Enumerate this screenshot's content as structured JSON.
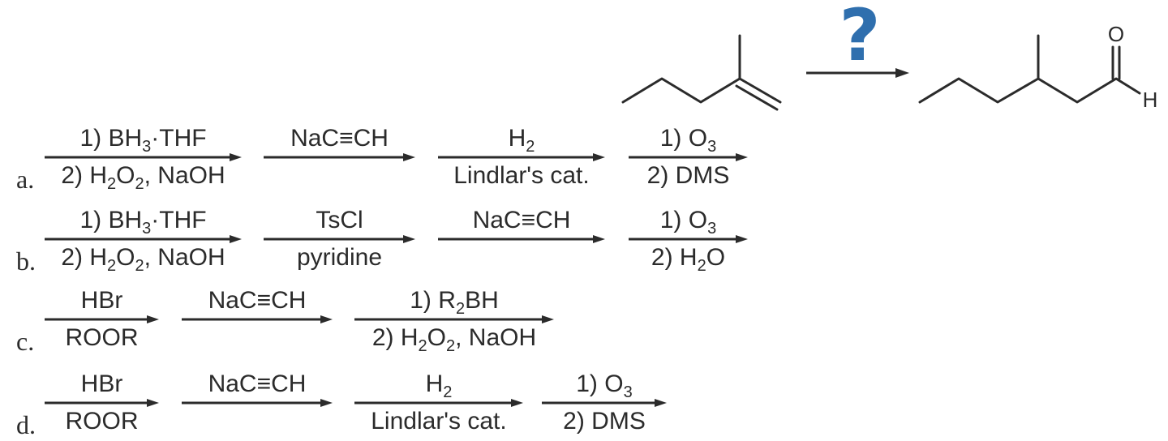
{
  "question_mark": "?",
  "product_atoms": {
    "oxygen": "O",
    "hydrogen": "H"
  },
  "options": [
    {
      "letter": "a.",
      "steps": [
        {
          "above": [
            [
              "1) BH"
            ],
            [
              "3",
              "sub"
            ],
            [
              "·THF"
            ]
          ],
          "below": [
            [
              "2) H"
            ],
            [
              "2",
              "sub"
            ],
            [
              "O"
            ],
            [
              "2",
              "sub"
            ],
            [
              ", NaOH"
            ]
          ]
        },
        {
          "above": [
            [
              "NaC≡CH"
            ]
          ],
          "below": []
        },
        {
          "above": [
            [
              "H"
            ],
            [
              "2",
              "sub"
            ]
          ],
          "below": [
            [
              "Lindlar's cat."
            ]
          ]
        },
        {
          "above": [
            [
              "1) O"
            ],
            [
              "3",
              "sub"
            ]
          ],
          "below": [
            [
              "2) DMS"
            ]
          ]
        }
      ]
    },
    {
      "letter": "b.",
      "steps": [
        {
          "above": [
            [
              "1) BH"
            ],
            [
              "3",
              "sub"
            ],
            [
              "·THF"
            ]
          ],
          "below": [
            [
              "2) H"
            ],
            [
              "2",
              "sub"
            ],
            [
              "O"
            ],
            [
              "2",
              "sub"
            ],
            [
              ", NaOH"
            ]
          ]
        },
        {
          "above": [
            [
              "TsCl"
            ]
          ],
          "below": [
            [
              "pyridine"
            ]
          ]
        },
        {
          "above": [
            [
              "NaC≡CH"
            ]
          ],
          "below": []
        },
        {
          "above": [
            [
              "1) O"
            ],
            [
              "3",
              "sub"
            ]
          ],
          "below": [
            [
              "2) H"
            ],
            [
              "2",
              "sub"
            ],
            [
              "O"
            ]
          ]
        }
      ]
    },
    {
      "letter": "c.",
      "steps": [
        {
          "above": [
            [
              "HBr"
            ]
          ],
          "below": [
            [
              "ROOR"
            ]
          ]
        },
        {
          "above": [
            [
              "NaC≡CH"
            ]
          ],
          "below": []
        },
        {
          "above": [
            [
              "1) R"
            ],
            [
              "2",
              "sub"
            ],
            [
              "BH"
            ]
          ],
          "below": [
            [
              "2) H"
            ],
            [
              "2",
              "sub"
            ],
            [
              "O"
            ],
            [
              "2",
              "sub"
            ],
            [
              ", NaOH"
            ]
          ]
        }
      ]
    },
    {
      "letter": "d.",
      "steps": [
        {
          "above": [
            [
              "HBr"
            ]
          ],
          "below": [
            [
              "ROOR"
            ]
          ]
        },
        {
          "above": [
            [
              "NaC≡CH"
            ]
          ],
          "below": []
        },
        {
          "above": [
            [
              "H"
            ],
            [
              "2",
              "sub"
            ]
          ],
          "below": [
            [
              "Lindlar's cat."
            ]
          ]
        },
        {
          "above": [
            [
              "1) O"
            ],
            [
              "3",
              "sub"
            ]
          ],
          "below": [
            [
              "2) DMS"
            ]
          ]
        }
      ]
    }
  ]
}
